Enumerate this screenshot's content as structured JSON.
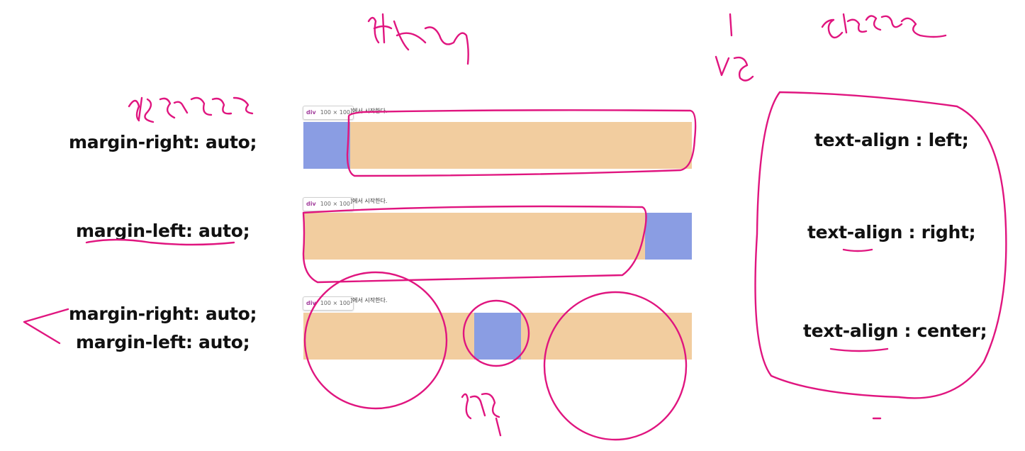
{
  "labels": {
    "row1": "margin-right: auto;",
    "row2": "margin-left: auto;",
    "row3_line1": "margin-right: auto;",
    "row3_line2": "margin-left: auto;"
  },
  "demo": {
    "tag_element": "div",
    "tag_size": "100 × 100",
    "caption": "]에서 시작한다."
  },
  "text_align": {
    "left": "text-align : left;",
    "right": "text-align : right;",
    "center": "text-align : center;"
  },
  "colors": {
    "box": "#8a9de3",
    "margin_area": "#f2cd9f",
    "annotation_ink": "#e0157f"
  }
}
